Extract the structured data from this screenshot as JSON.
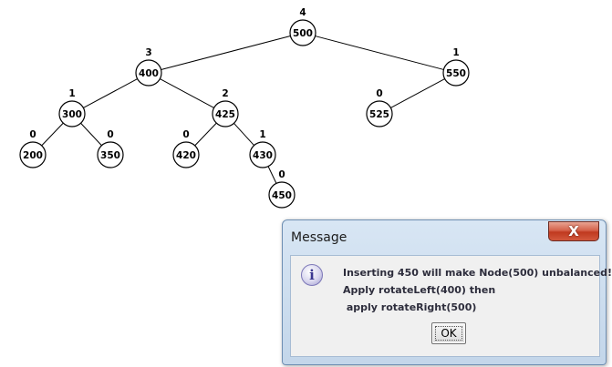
{
  "tree": {
    "nodes": [
      {
        "id": "n500",
        "key": "500",
        "height": "4"
      },
      {
        "id": "n400",
        "key": "400",
        "height": "3"
      },
      {
        "id": "n550",
        "key": "550",
        "height": "1"
      },
      {
        "id": "n300",
        "key": "300",
        "height": "1"
      },
      {
        "id": "n425",
        "key": "425",
        "height": "2"
      },
      {
        "id": "n525",
        "key": "525",
        "height": "0"
      },
      {
        "id": "n200",
        "key": "200",
        "height": "0"
      },
      {
        "id": "n350",
        "key": "350",
        "height": "0"
      },
      {
        "id": "n420",
        "key": "420",
        "height": "0"
      },
      {
        "id": "n430",
        "key": "430",
        "height": "1"
      },
      {
        "id": "n450",
        "key": "450",
        "height": "0"
      }
    ],
    "edges": [
      [
        "n500",
        "n400"
      ],
      [
        "n500",
        "n550"
      ],
      [
        "n400",
        "n300"
      ],
      [
        "n400",
        "n425"
      ],
      [
        "n550",
        "n525"
      ],
      [
        "n300",
        "n200"
      ],
      [
        "n300",
        "n350"
      ],
      [
        "n425",
        "n420"
      ],
      [
        "n425",
        "n430"
      ],
      [
        "n430",
        "n450"
      ]
    ]
  },
  "dialog": {
    "title": "Message",
    "close_label": "X",
    "icon": "info-icon",
    "lines": [
      "Inserting 450 will make Node(500) unbalanced!",
      "Apply rotateLeft(400) then",
      " apply rotateRight(500)"
    ],
    "ok_label": "OK"
  }
}
